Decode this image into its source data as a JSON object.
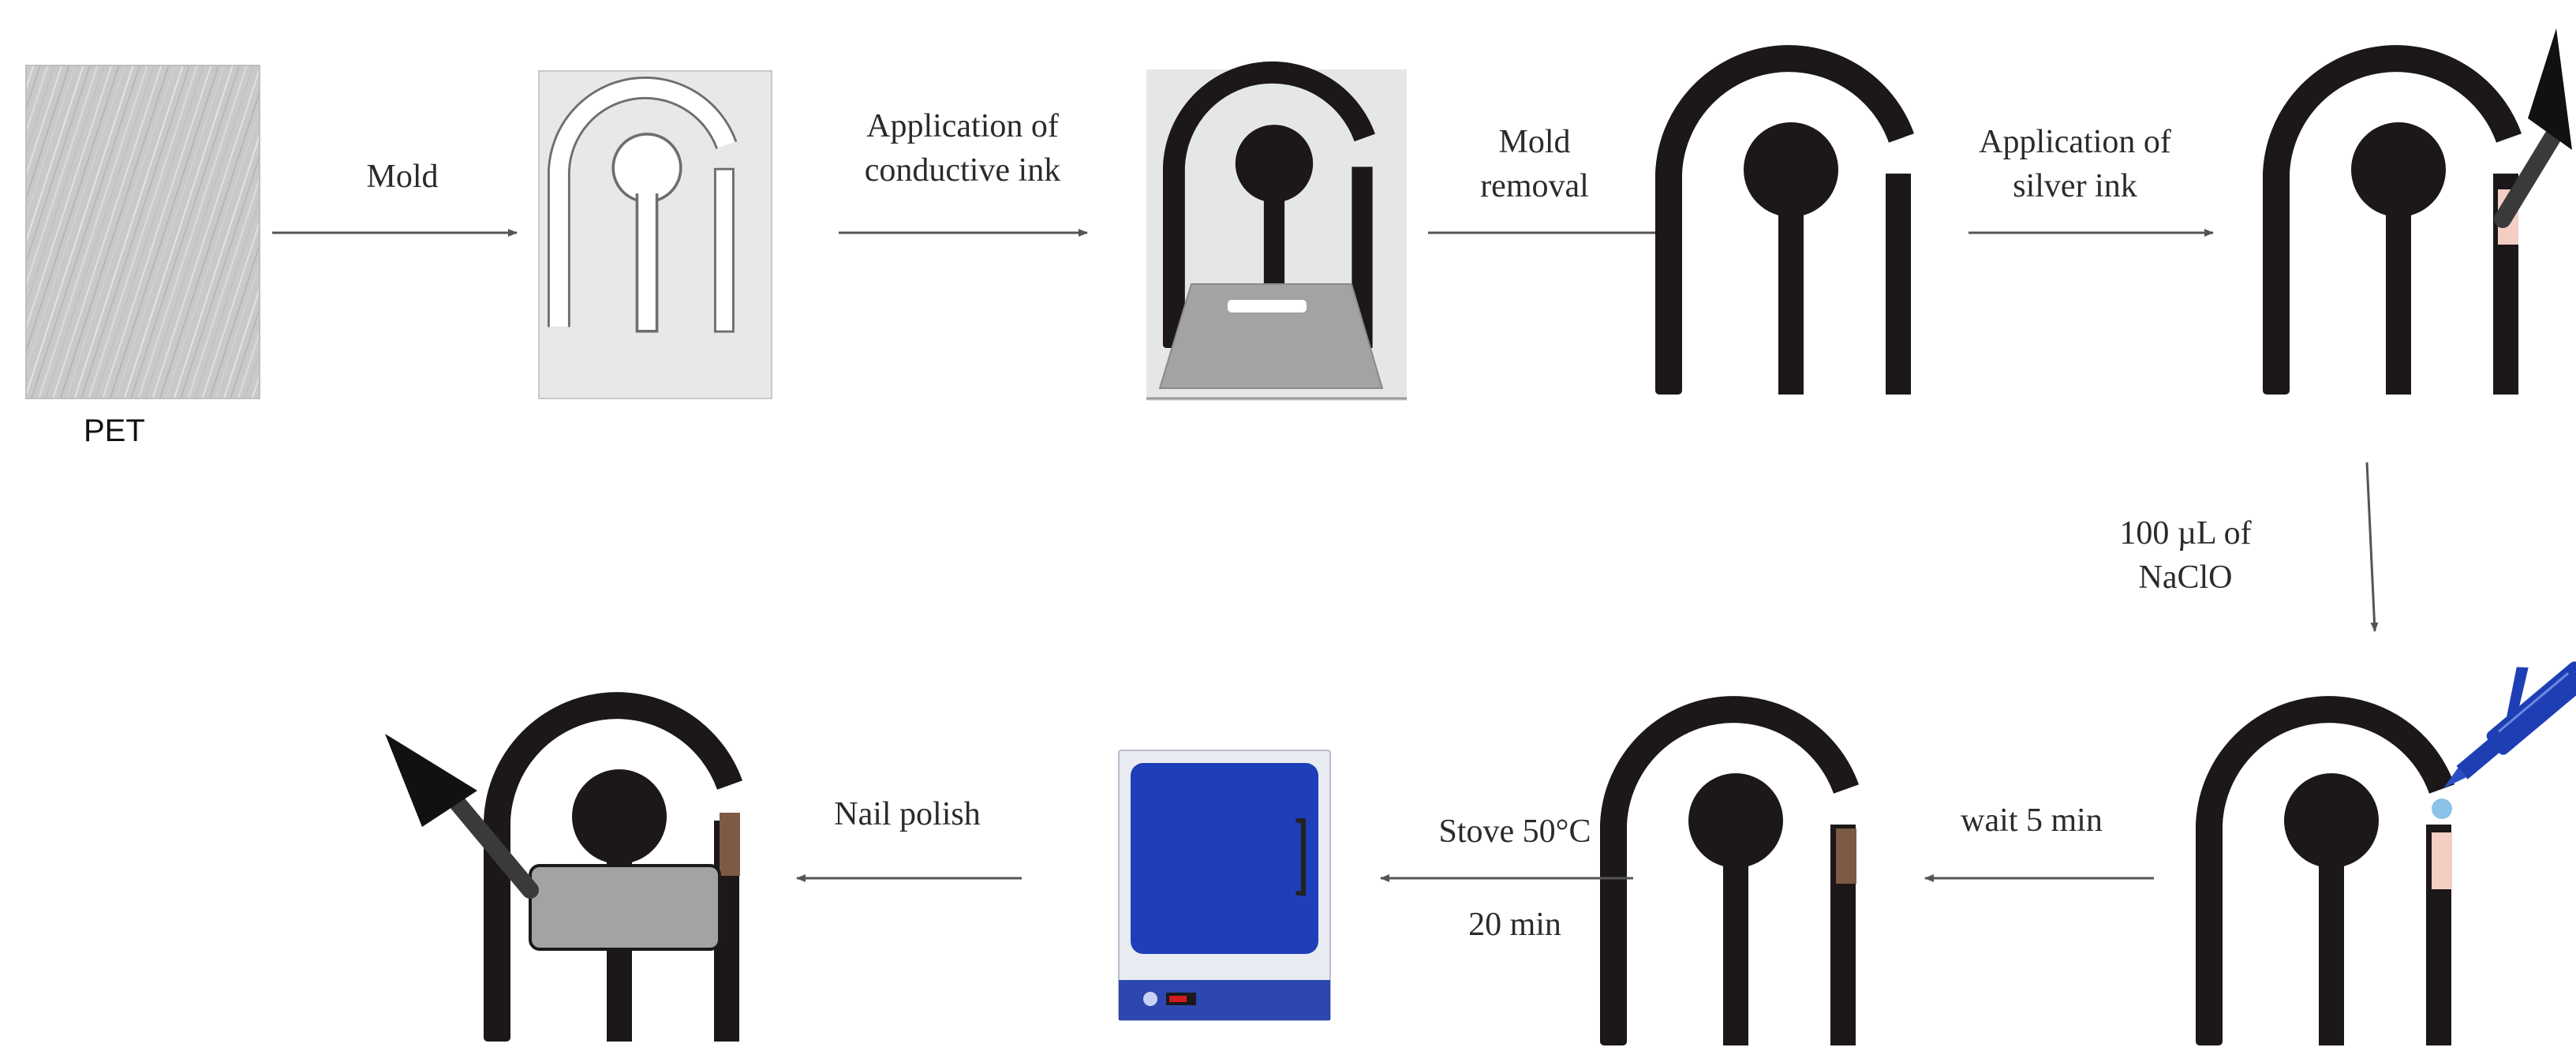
{
  "labels": {
    "pet": "PET",
    "mold": "Mold",
    "conductive_ink": "Application of\nconductive ink",
    "mold_removal": "Mold\nremoval",
    "silver_ink": "Application of\nsilver ink",
    "naclo": "100 µL of\nNaClO",
    "wait": "wait 5 min",
    "stove": "Stove 50°C",
    "stove_time": "20 min",
    "nail_polish": "Nail polish"
  },
  "colors": {
    "electrode": "#1c1718",
    "mold_bg": "#e7e9e8",
    "silver_ink": "#f4cdc3",
    "agcl": "#7d5a44",
    "pipette": "#1e3fb4",
    "oven_door": "#1f3fb8",
    "nail_polish_film": "#a3a3a3",
    "arrow": "#555555"
  }
}
